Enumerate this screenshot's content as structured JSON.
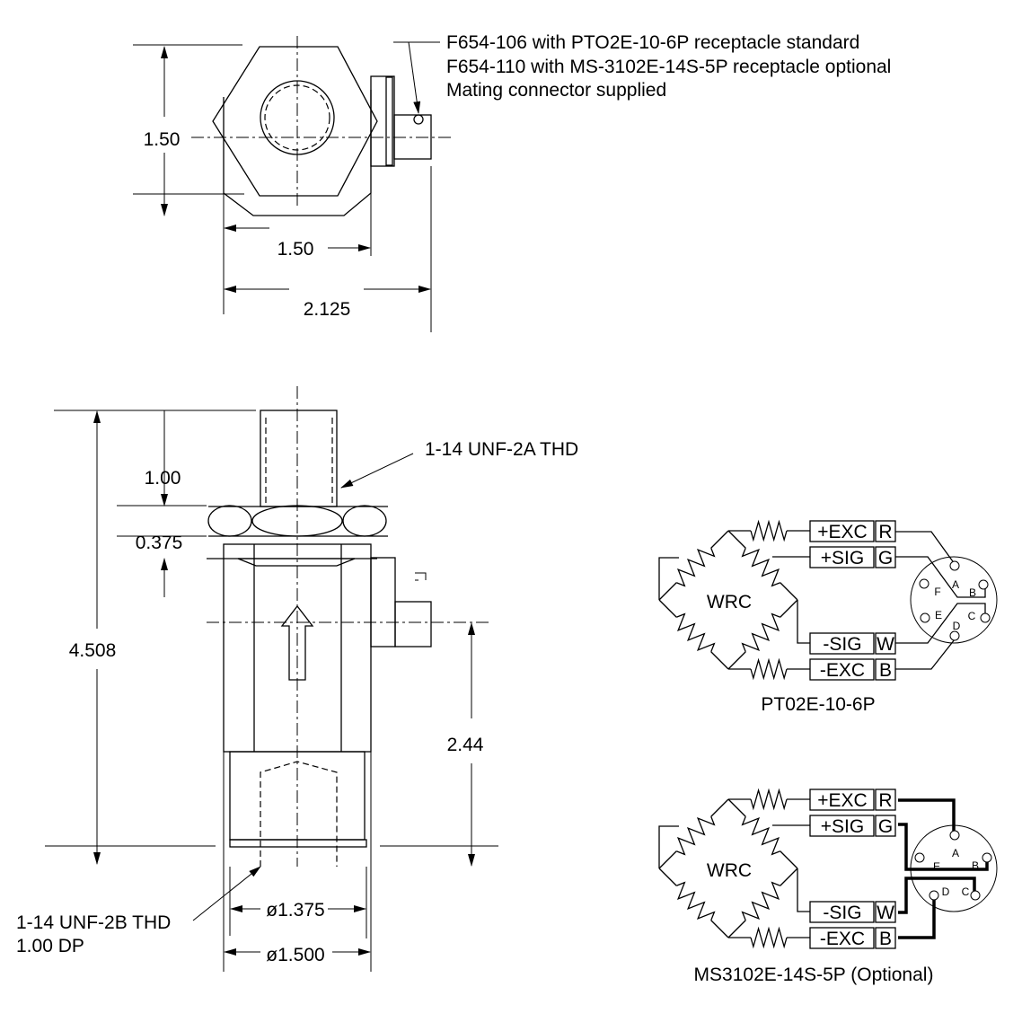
{
  "top_view": {
    "notes": [
      "F654-106 with PTO2E-10-6P receptacle standard",
      "F654-110 with MS-3102E-14S-5P receptacle optional",
      "Mating connector supplied"
    ],
    "dim_height": "1.50",
    "dim_width": "1.50",
    "dim_overall": "2.125"
  },
  "side_view": {
    "thread_top": "1-14 UNF-2A THD",
    "dim_stud": "1.00",
    "dim_nut": "0.375",
    "dim_total": "4.508",
    "dim_connector": "2.44",
    "thread_bottom": "1-14 UNF-2B THD",
    "thread_depth": "1.00 DP",
    "dia_inner": "ø1.375",
    "dia_outer": "ø1.500"
  },
  "wiring_standard": {
    "title": "PT02E-10-6P",
    "bridge_label": "WRC",
    "signals": [
      {
        "name": "+EXC",
        "color": "R"
      },
      {
        "name": "+SIG",
        "color": "G"
      },
      {
        "name": "-SIG",
        "color": "W"
      },
      {
        "name": "-EXC",
        "color": "B"
      }
    ],
    "pins": [
      "A",
      "B",
      "C",
      "D",
      "E",
      "F"
    ]
  },
  "wiring_optional": {
    "title": "MS3102E-14S-5P (Optional)",
    "bridge_label": "WRC",
    "signals": [
      {
        "name": "+EXC",
        "color": "R"
      },
      {
        "name": "+SIG",
        "color": "G"
      },
      {
        "name": "-SIG",
        "color": "W"
      },
      {
        "name": "-EXC",
        "color": "B"
      }
    ],
    "pins": [
      "A",
      "B",
      "C",
      "D",
      "E"
    ]
  }
}
